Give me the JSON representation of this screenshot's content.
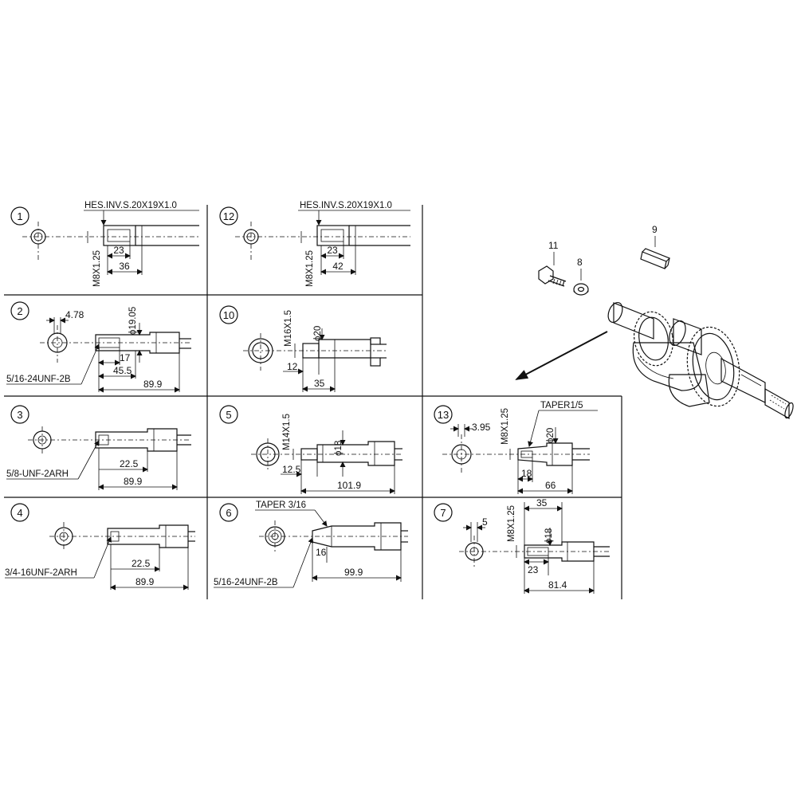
{
  "panels": {
    "p1": {
      "num": "1",
      "spec": "HES.INV.S.20X19X1.0",
      "thread": "M8X1.25",
      "dim_a": "23",
      "dim_b": "36"
    },
    "p12": {
      "num": "12",
      "spec": "HES.INV.S.20X19X1.0",
      "thread": "M8X1.25",
      "dim_a": "23",
      "dim_b": "42"
    },
    "p2": {
      "num": "2",
      "thread": "5/16-24UNF-2B",
      "dia": "ϕ19.05",
      "key": "4.78",
      "dim_a": "17",
      "dim_b": "45.5",
      "dim_c": "89.9"
    },
    "p10": {
      "num": "10",
      "thread": "M16X1.5",
      "dia": "ϕ20",
      "dim_a": "12",
      "dim_b": "35"
    },
    "p3": {
      "num": "3",
      "thread": "5/8-UNF-2ARH",
      "dim_a": "22.5",
      "dim_b": "89.9"
    },
    "p5": {
      "num": "5",
      "thread": "M14X1.5",
      "dia": "ϕ18",
      "dim_a": "12.5",
      "dim_b": "101.9"
    },
    "p13": {
      "num": "13",
      "taper": "TAPER1/5",
      "thread": "M8X1.25",
      "dia": "ϕ20",
      "key": "3.95",
      "dim_a": "18",
      "dim_b": "66"
    },
    "p4": {
      "num": "4",
      "thread": "3/4-16UNF-2ARH",
      "dim_a": "22.5",
      "dim_b": "89.9"
    },
    "p6": {
      "num": "6",
      "taper": "TAPER 3/16",
      "thread": "5/16-24UNF-2B",
      "dim_a": "16",
      "dim_b": "99.9"
    },
    "p7": {
      "num": "7",
      "thread": "M8X1.25",
      "dia": "ϕ18",
      "key": "5",
      "dim_top": "35",
      "dim_a": "23",
      "dim_b": "81.4"
    }
  },
  "parts": {
    "p11": "11",
    "p8": "8",
    "p9": "9"
  }
}
